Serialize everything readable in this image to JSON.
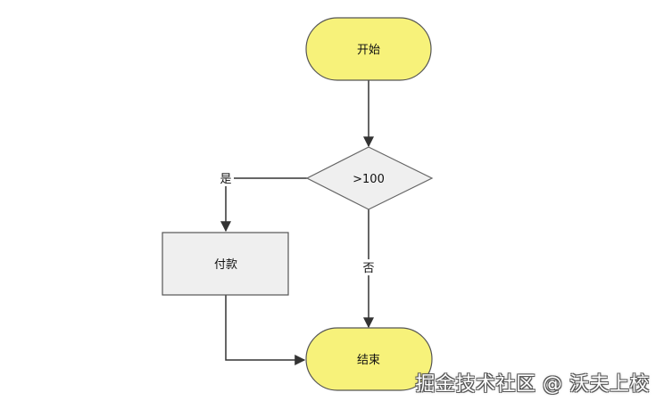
{
  "diagram": {
    "nodes": {
      "start": {
        "label": "开始",
        "shape": "terminator",
        "fill": "#f7f27a",
        "stroke": "#555555"
      },
      "decision": {
        "label": ">100",
        "shape": "diamond",
        "fill": "#efefef",
        "stroke": "#666666"
      },
      "pay": {
        "label": "付款",
        "shape": "process",
        "fill": "#efefef",
        "stroke": "#555555"
      },
      "end": {
        "label": "结束",
        "shape": "terminator",
        "fill": "#f7f27a",
        "stroke": "#555555"
      }
    },
    "edges": {
      "yes_label": "是",
      "no_label": "否"
    },
    "line_color": "#333333"
  },
  "watermark": {
    "text": "掘金技术社区 @ 沃夫上校"
  }
}
